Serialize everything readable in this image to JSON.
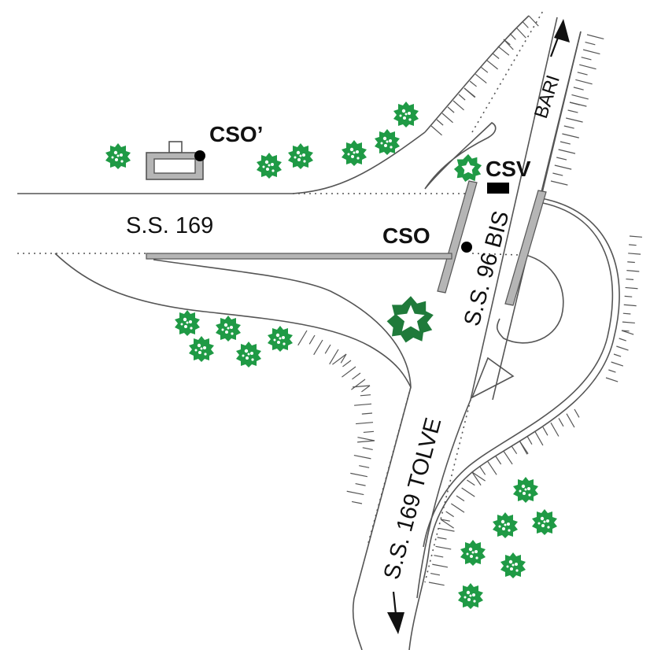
{
  "labels": {
    "ss169": "S.S. 169",
    "ss96bis": "S.S. 96 BIS",
    "ss169tolve": "S.S. 169 TOLVE",
    "bari": "BARI"
  },
  "points": {
    "cso": "CSO",
    "cso_prime": "CSO’",
    "csv": "CSV"
  },
  "colors": {
    "road_line": "#555555",
    "bridge_fill": "#b5b5b5",
    "tree_green": "#1f9a45",
    "marker": "#000000"
  },
  "icons": {
    "building": "building-icon",
    "tree": "tree-icon",
    "station": "station-dot-icon",
    "arrow": "direction-arrow-icon"
  }
}
